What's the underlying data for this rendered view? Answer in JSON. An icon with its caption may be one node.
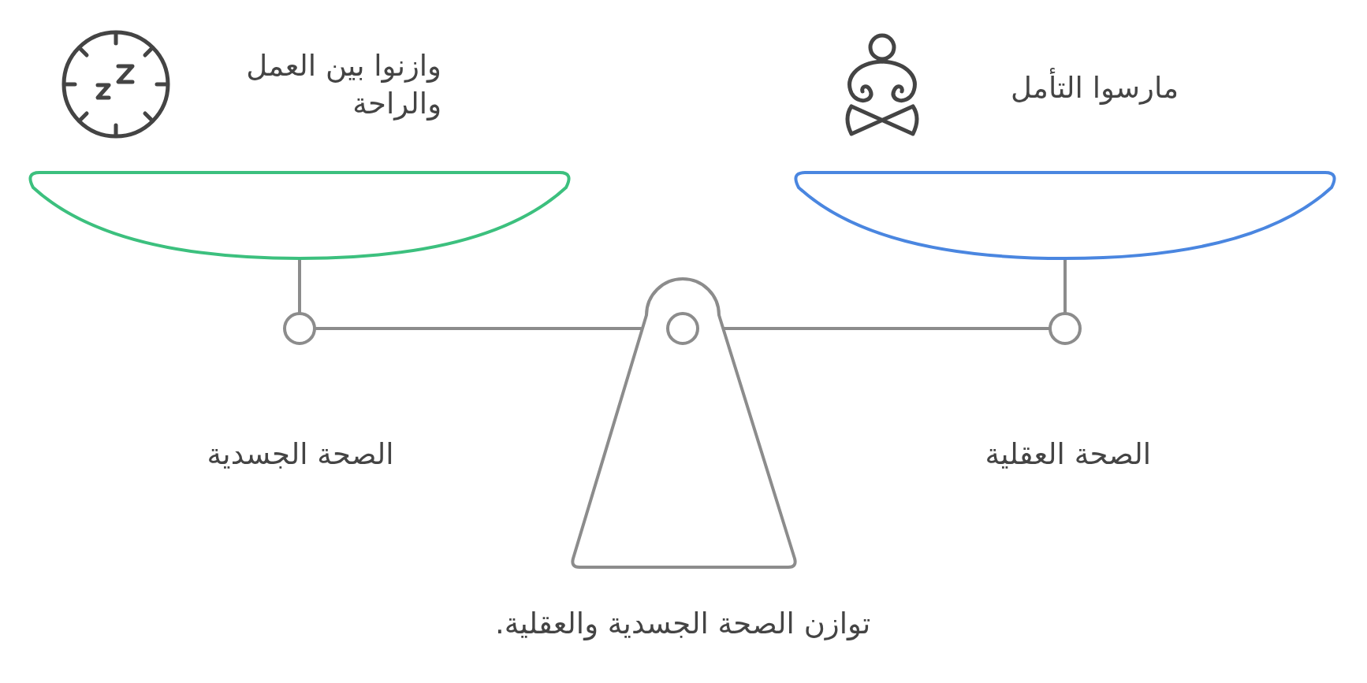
{
  "diagram": {
    "caption": "توازن الصحة الجسدية والعقلية.",
    "labels": [
      "وازنوا بين العمل والراحة",
      "مارسوا التأمل",
      "الصحة الجسدية",
      "الصحة العقلية"
    ]
  }
}
